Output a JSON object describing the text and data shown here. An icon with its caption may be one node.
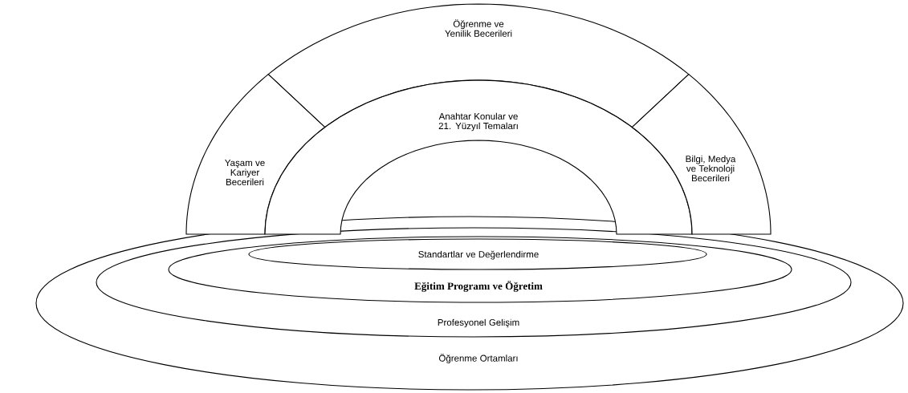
{
  "diagram": {
    "nodes": [
      {
        "text": [
          "Öğrenme ve Yenilik Becerileri"
        ]
      },
      {
        "text": [
          "Yaşam ve Kariyer Becerileri"
        ]
      },
      {
        "text": [
          "Anahtar Konular ve 21. Yüzyıl Temaları"
        ]
      },
      {
        "text": [
          "Bilgi, Medya ve Teknoloji Becerileri"
        ]
      },
      {
        "text": [
          "Öğrenme Ortamları"
        ]
      },
      {
        "text": [
          "Profesyonel Gelişim"
        ],
        "in": 4
      },
      {
        "text": [
          "Eğitim Programı ve Öğretim"
        ],
        "in": 5
      },
      {
        "text": [
          "Standartlar ve Değerlendirme"
        ],
        "in": 6
      }
    ]
  }
}
